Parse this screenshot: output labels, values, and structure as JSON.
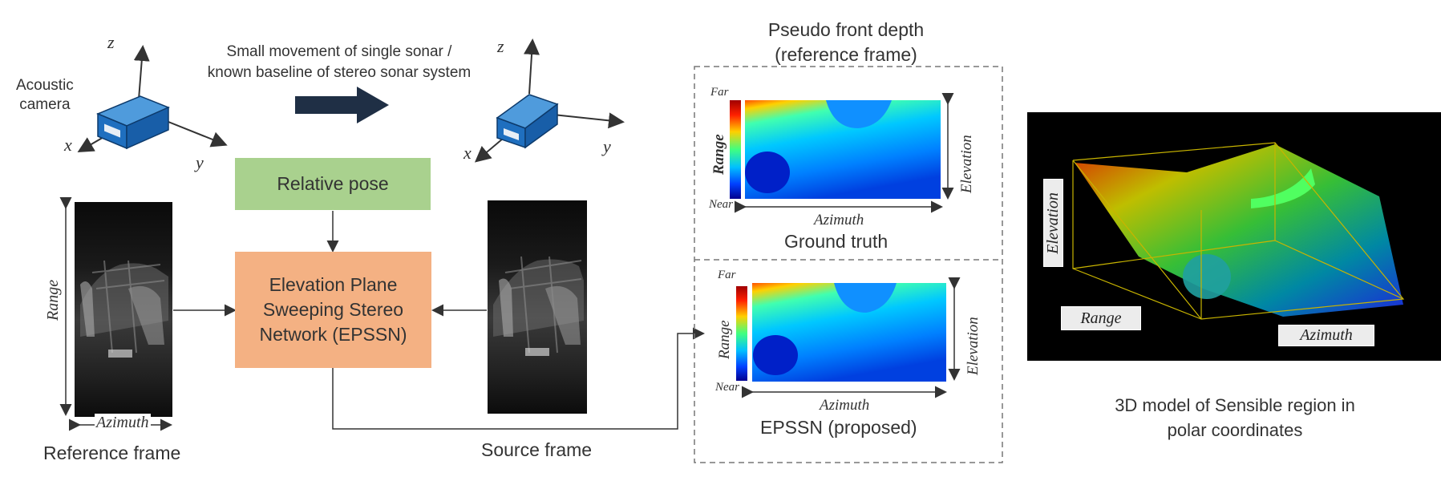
{
  "colors": {
    "relative_pose_box": "#a9d18e",
    "epssn_box": "#f4b183",
    "camera_blue": "#1f6fbf",
    "arrow_dark": "#203040"
  },
  "left": {
    "acoustic_camera_label": "Acoustic\ncamera",
    "axes1": {
      "z": "z",
      "x": "x",
      "y": "y"
    },
    "axes2": {
      "z": "z",
      "x": "x",
      "y": "y"
    },
    "movement_text": "Small movement of single sonar /\nknown baseline of stereo sonar system",
    "relative_pose": "Relative pose",
    "epssn": "Elevation Plane\nSweeping Stereo\nNetwork (EPSSN)",
    "reference_frame": "Reference frame",
    "source_frame": "Source frame",
    "range_label": "Range",
    "azimuth_label": "Azimuth"
  },
  "middle": {
    "title": "Pseudo front depth\n(reference frame)",
    "gt_caption": "Ground truth",
    "pred_caption": "EPSSN (proposed)",
    "far": "Far",
    "near": "Near",
    "range": "Range",
    "elevation": "Elevation",
    "azimuth": "Azimuth"
  },
  "right": {
    "caption": "3D model of Sensible region in\npolar coordinates",
    "elevation": "Elevation",
    "range": "Range",
    "azimuth": "Azimuth"
  }
}
